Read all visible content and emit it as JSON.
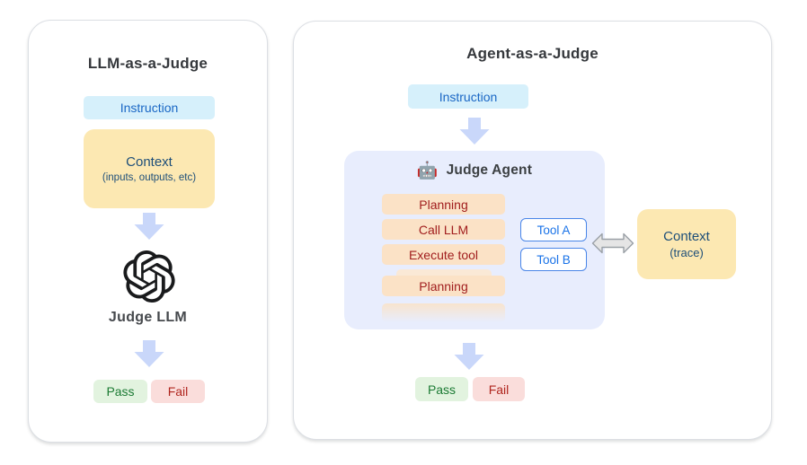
{
  "left_panel": {
    "title": "LLM-as-a-Judge",
    "instruction_label": "Instruction",
    "context_title": "Context",
    "context_subtitle": "(inputs, outputs, etc)",
    "judge_label": "Judge LLM",
    "pass_label": "Pass",
    "fail_label": "Fail"
  },
  "right_panel": {
    "title": "Agent-as-a-Judge",
    "instruction_label": "Instruction",
    "agent": {
      "icon": "🤖",
      "label": "Judge Agent",
      "steps": [
        "Planning",
        "Call LLM",
        "Execute tool",
        "Planning"
      ],
      "tools": [
        "Tool A",
        "Tool B"
      ]
    },
    "context_title": "Context",
    "context_subtitle": "(trace)",
    "pass_label": "Pass",
    "fail_label": "Fail"
  },
  "colors": {
    "instruction_bg": "#D6F0FB",
    "instruction_text": "#1A67C5",
    "context_bg": "#FCE8B2",
    "context_text": "#1D4E79",
    "agent_box_bg": "#E8EDFD",
    "step_bg": "#FBE2C6",
    "step_text": "#A11E1E",
    "tool_border": "#4A86E8",
    "tool_text": "#1A73E8",
    "arrow_fill": "#C9D7FA",
    "double_arrow_fill": "#E5E5E5",
    "pass_bg": "#E2F3DF",
    "pass_text": "#1B7A33",
    "fail_bg": "#FADDDB",
    "fail_text": "#B0261F"
  }
}
